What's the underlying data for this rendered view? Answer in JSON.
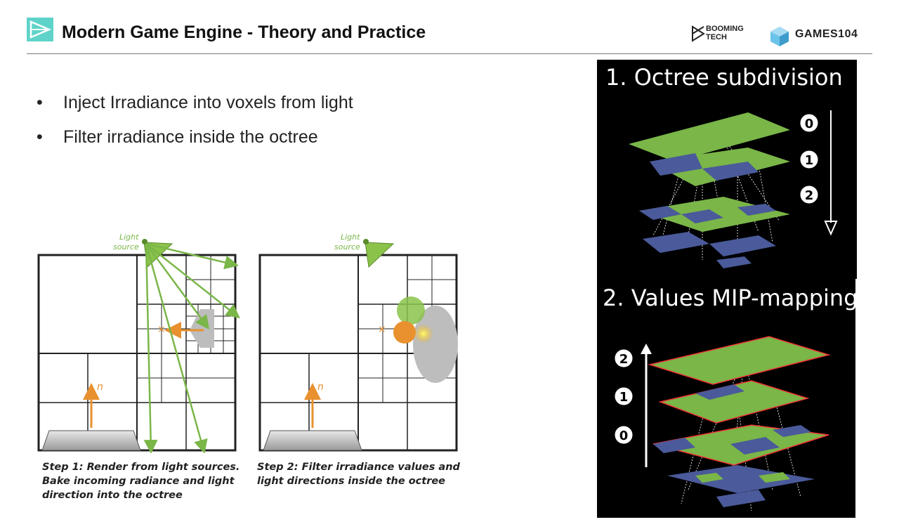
{
  "header": {
    "title": "Modern Game Engine - Theory and Practice",
    "brand_booming_1": "BOOMING",
    "brand_booming_2": "TECH",
    "brand_games": "GAMES104"
  },
  "bullets": [
    "Inject Irradiance into voxels from light",
    "Filter irradiance inside the octree"
  ],
  "left_figure": {
    "light_label_1": "Light",
    "light_label_2": "source",
    "normal_label": "n",
    "step1_caption": [
      "Step 1: Render from light sources.",
      "Bake incoming radiance and light",
      "direction into the octree"
    ],
    "step2_caption": [
      "Step 2: Filter irradiance values and",
      "light directions inside the octree"
    ]
  },
  "right_panels": {
    "panel1_title": "1.  Octree subdivision",
    "panel2_title": "2. Values MIP-mapping",
    "panel1_levels": [
      "0",
      "1",
      "2"
    ],
    "panel2_levels": [
      "2",
      "1",
      "0"
    ]
  },
  "colors": {
    "accent": "#5fd3c9",
    "voxel_green": "#7ab648",
    "voxel_blue": "#4a5a9a",
    "light_arrow": "#7ab648",
    "normal_arrow": "#e8912e"
  }
}
